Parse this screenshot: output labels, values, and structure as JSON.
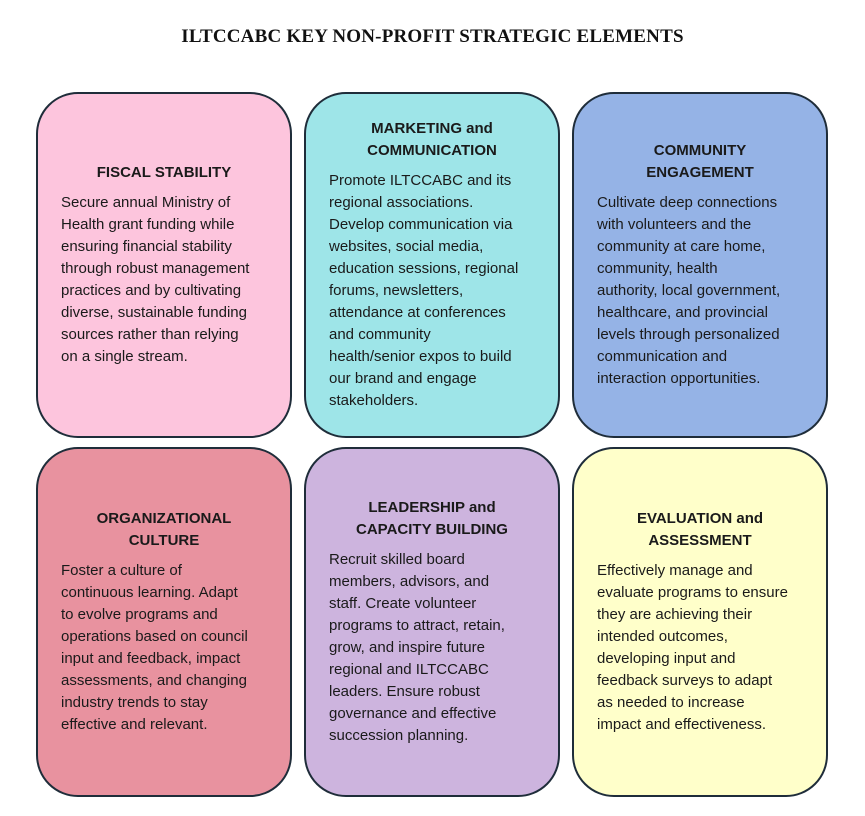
{
  "title": "ILTCCABC KEY NON-PROFIT STRATEGIC ELEMENTS",
  "colors": {
    "border": "#1f2d3a",
    "fiscal": "#fdc5dd",
    "marketing": "#9ee5e8",
    "community": "#95b3e6",
    "culture": "#e8929f",
    "leadership": "#cdb4de",
    "evaluation": "#ffffca"
  },
  "cards": [
    {
      "heading": [
        "FISCAL STABILITY"
      ],
      "body": [
        "Secure annual Ministry of",
        "Health grant funding while",
        "ensuring financial stability",
        "through robust management",
        "practices and by cultivating",
        "diverse, sustainable funding",
        "sources rather than relying",
        "on a single stream."
      ]
    },
    {
      "heading": [
        "MARKETING and",
        "COMMUNICATION"
      ],
      "body": [
        "Promote ILTCCABC and its",
        "regional associations.",
        "Develop communication via",
        "websites, social media,",
        "education sessions, regional",
        "forums, newsletters,",
        "attendance at conferences",
        "and community",
        "health/senior expos to build",
        "our brand and engage",
        "stakeholders."
      ]
    },
    {
      "heading": [
        "COMMUNITY",
        "ENGAGEMENT"
      ],
      "body": [
        "Cultivate deep connections",
        "with volunteers and the",
        "community at care home,",
        "community, health",
        "authority, local government,",
        "healthcare, and provincial",
        "levels through personalized",
        "communication and",
        "interaction opportunities."
      ]
    },
    {
      "heading": [
        "ORGANIZATIONAL",
        "CULTURE"
      ],
      "body": [
        "Foster a culture of",
        "continuous learning. Adapt",
        "to evolve programs and",
        "operations based on council",
        "input and feedback, impact",
        "assessments, and changing",
        "industry trends to stay",
        "effective and relevant."
      ]
    },
    {
      "heading": [
        "LEADERSHIP and",
        "CAPACITY BUILDING"
      ],
      "body": [
        "Recruit skilled board",
        "members, advisors, and",
        "staff. Create volunteer",
        "programs to attract, retain,",
        "grow, and inspire future",
        "regional and ILTCCABC",
        "leaders. Ensure robust",
        "governance and effective",
        "succession planning."
      ]
    },
    {
      "heading": [
        "EVALUATION and",
        "ASSESSMENT"
      ],
      "body": [
        "Effectively manage and",
        "evaluate programs to ensure",
        "they are achieving their",
        "intended outcomes,",
        "developing input and",
        "feedback surveys to adapt",
        "as needed to increase",
        "impact and effectiveness."
      ]
    }
  ]
}
